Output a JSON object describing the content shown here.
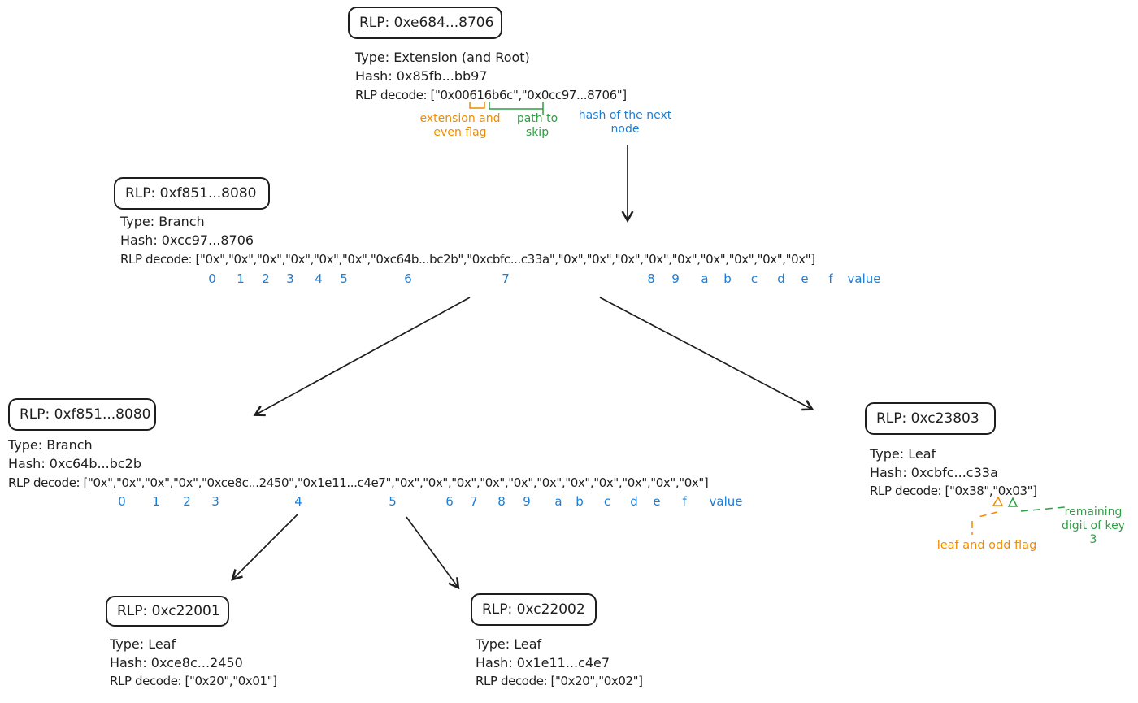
{
  "colors": {
    "ink": "#1e1e1e",
    "blue": "#1c7ed6",
    "orange": "#f08c00",
    "green": "#2f9e44"
  },
  "nodes": {
    "root": {
      "rlp": "RLP: 0xe684...8706",
      "type": "Type: Extension (and Root)",
      "hash": "Hash: 0x85fb...bb97",
      "decode": "RLP decode: [\"0x00616b6c\",\"0x0cc97...8706\"]",
      "labels": {
        "extension_flag": [
          "extension and",
          "even flag"
        ],
        "path_to_skip": [
          "path to",
          "skip"
        ],
        "hash_next": [
          "hash of the next",
          "node"
        ]
      }
    },
    "branch_top": {
      "rlp": "RLP: 0xf851...8080",
      "type": "Type: Branch",
      "hash": "Hash: 0xcc97...8706",
      "decode": "RLP decode: [\"0x\",\"0x\",\"0x\",\"0x\",\"0x\",\"0x\",\"0xc64b...bc2b\",\"0xcbfc...c33a\",\"0x\",\"0x\",\"0x\",\"0x\",\"0x\",\"0x\",\"0x\",\"0x\",\"0x\"]",
      "indices": [
        "0",
        "1",
        "2",
        "3",
        "4",
        "5",
        "6",
        "7",
        "8",
        "9",
        "a",
        "b",
        "c",
        "d",
        "e",
        "f",
        "value"
      ]
    },
    "branch_left": {
      "rlp": "RLP: 0xf851...8080",
      "type": "Type: Branch",
      "hash": "Hash: 0xc64b...bc2b",
      "decode": "RLP decode: [\"0x\",\"0x\",\"0x\",\"0x\",\"0xce8c...2450\",\"0x1e11...c4e7\",\"0x\",\"0x\",\"0x\",\"0x\",\"0x\",\"0x\",\"0x\",\"0x\",\"0x\",\"0x\",\"0x\"]",
      "indices": [
        "0",
        "1",
        "2",
        "3",
        "4",
        "5",
        "6",
        "7",
        "8",
        "9",
        "a",
        "b",
        "c",
        "d",
        "e",
        "f",
        "value"
      ]
    },
    "leaf_right": {
      "rlp": "RLP: 0xc23803",
      "type": "Type: Leaf",
      "hash": "Hash: 0xcbfc...c33a",
      "decode": "RLP decode: [\"0x38\",\"0x03\"]",
      "labels": {
        "leaf_flag": [
          "leaf and odd flag"
        ],
        "remaining": [
          "remaining",
          "digit of key",
          "3"
        ]
      }
    },
    "leaf_one": {
      "rlp": "RLP: 0xc22001",
      "type": "Type: Leaf",
      "hash": "Hash: 0xce8c...2450",
      "decode": "RLP decode: [\"0x20\",\"0x01\"]"
    },
    "leaf_two": {
      "rlp": "RLP: 0xc22002",
      "type": "Type: Leaf",
      "hash": "Hash: 0x1e11...c4e7",
      "decode": "RLP decode: [\"0x20\",\"0x02\"]"
    }
  }
}
